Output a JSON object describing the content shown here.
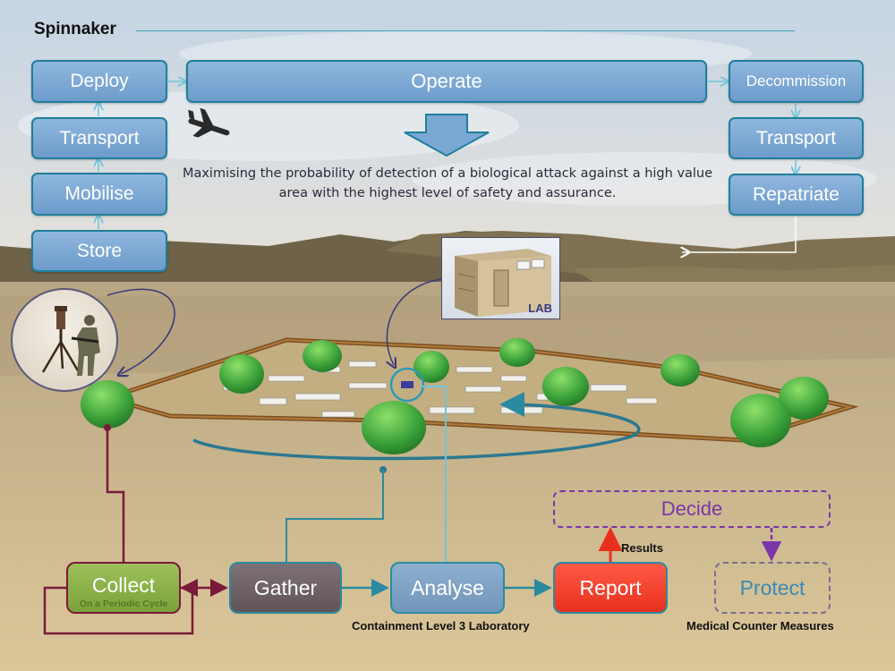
{
  "title": "Spinnaker",
  "lifecycle": {
    "deploy": "Deploy",
    "operate": "Operate",
    "decommission": "Decommission",
    "transport_left": "Transport",
    "mobilise": "Mobilise",
    "store": "Store",
    "transport_right": "Transport",
    "repatriate": "Repatriate"
  },
  "objective_text": "Maximising the probability of detection of a biological attack against a high value area with the highest level of safety and assurance.",
  "lab_label": "LAB",
  "process": {
    "collect": "Collect",
    "collect_sub": "On a Periodic Cycle",
    "gather": "Gather",
    "analyse": "Analyse",
    "report": "Report",
    "decide": "Decide",
    "protect": "Protect",
    "results": "Results",
    "lab_caption": "Containment Level 3 Laboratory",
    "mcm_caption": "Medical Counter Measures"
  },
  "colors": {
    "lifecycle_box": "#7ba7d4",
    "lifecycle_border": "#1f7f9a",
    "collect": "#8fb24a",
    "gather": "#6e6268",
    "analyse": "#82a4c6",
    "report": "#f03a28",
    "decide_border": "#7a36a8",
    "collect_loop": "#7a1a3a",
    "flow_line": "#2c8aa0"
  },
  "icons": {
    "aircraft": "aircraft-icon",
    "down_arrow": "down-arrow-icon",
    "sensor_soldier": "sensor-soldier-icon",
    "lab_container": "lab-container-icon"
  }
}
